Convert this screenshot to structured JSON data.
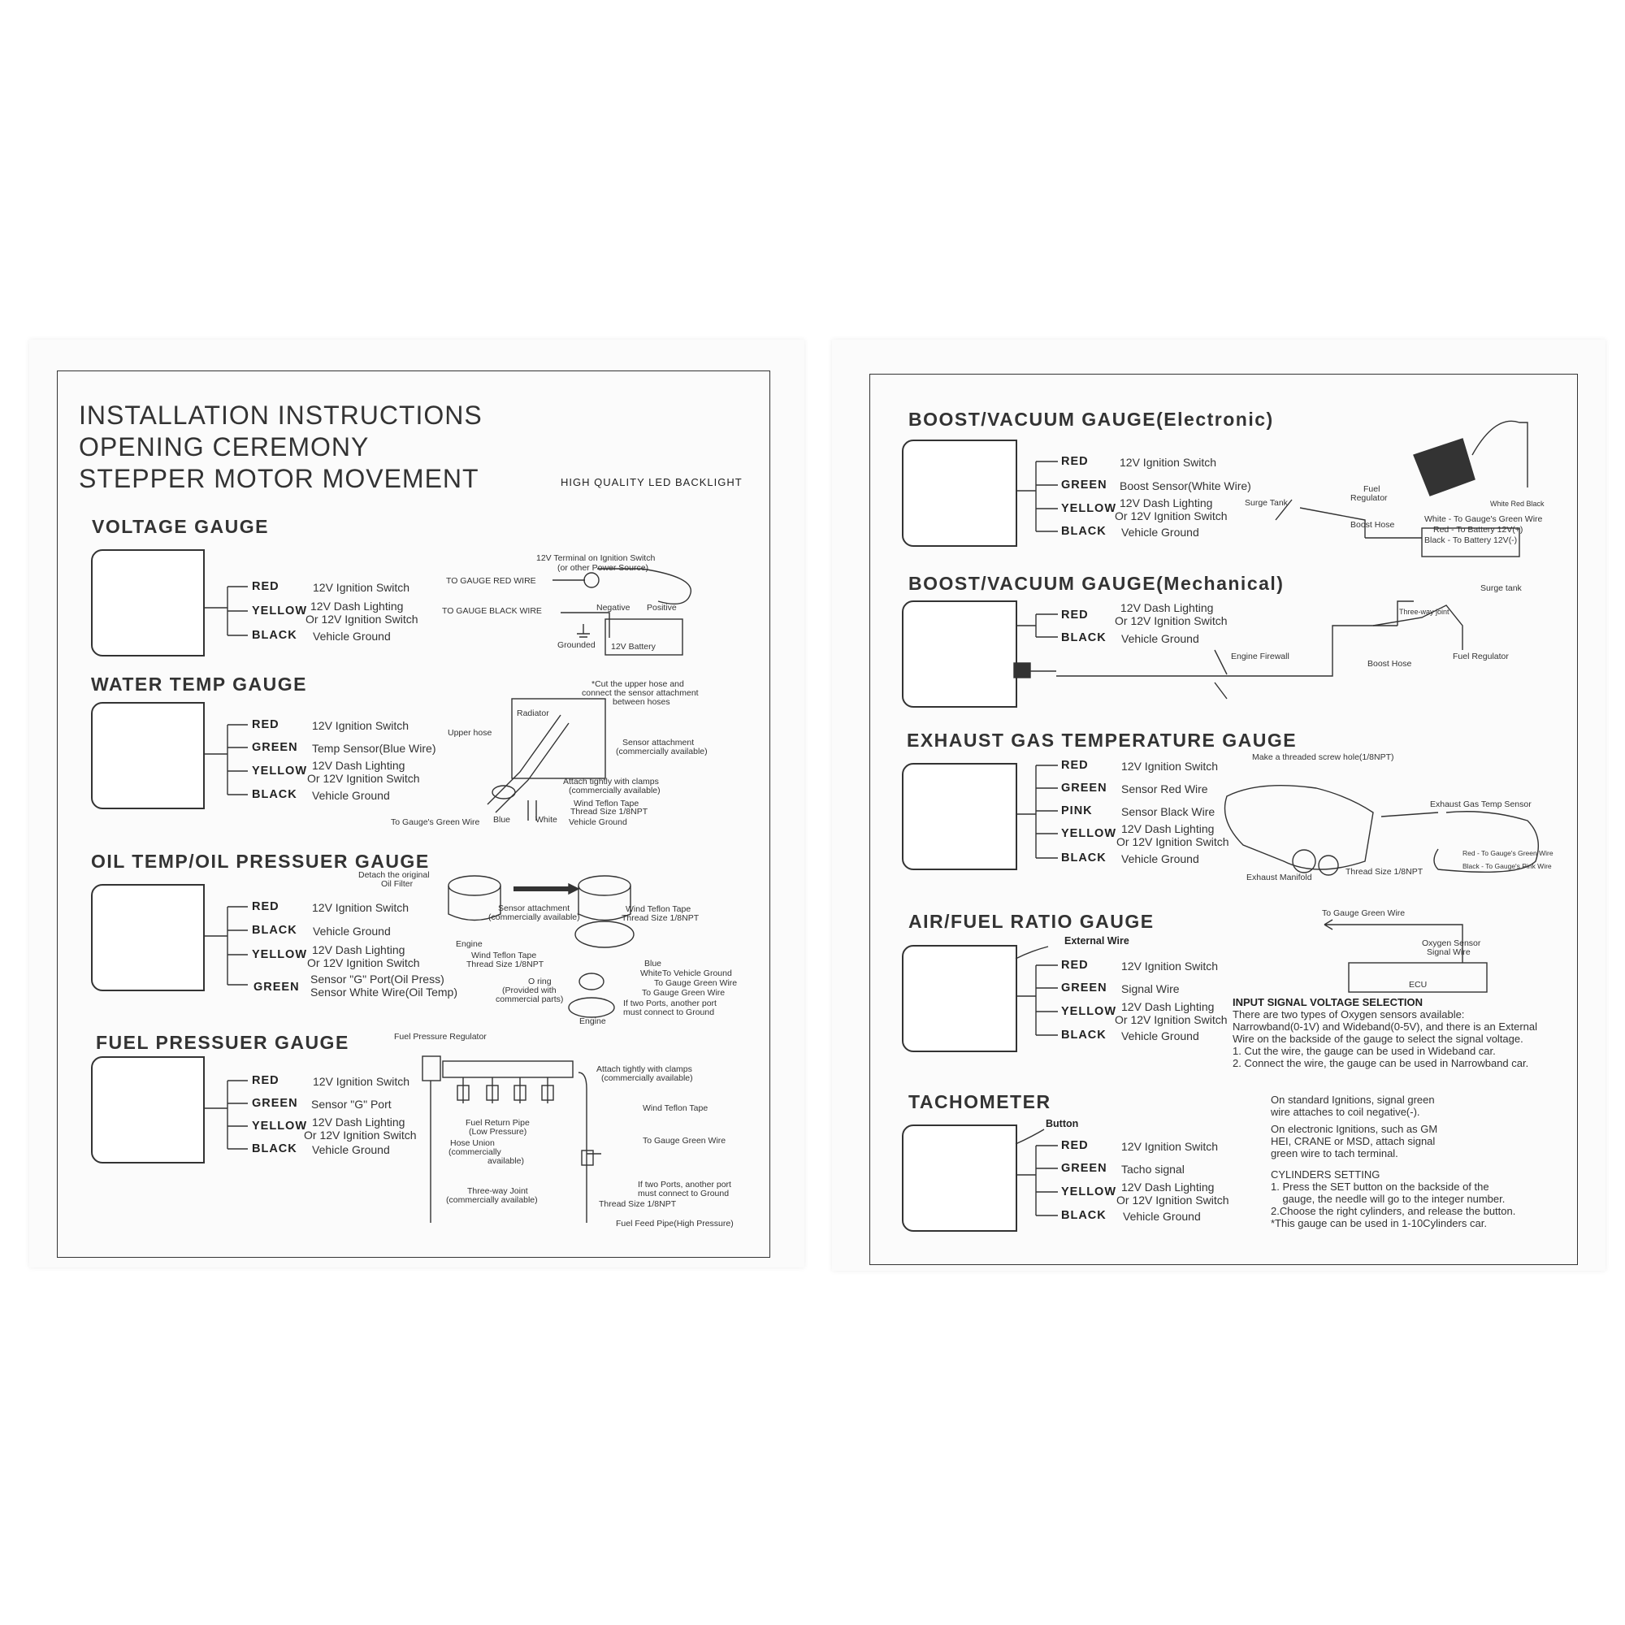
{
  "left": {
    "title_lines": [
      "INSTALLATION INSTRUCTIONS",
      "OPENING CEREMONY",
      "STEPPER MOTOR MOVEMENT"
    ],
    "backlight": "HIGH QUALITY LED BACKLIGHT",
    "voltage": {
      "title": "VOLTAGE GAUGE",
      "wires": [
        {
          "color": "RED",
          "desc": [
            "12V Ignition Switch"
          ]
        },
        {
          "color": "YELLOW",
          "desc": [
            "12V Dash Lighting",
            "Or 12V Ignition Switch"
          ]
        },
        {
          "color": "BLACK",
          "desc": [
            "Vehicle Ground"
          ]
        }
      ],
      "labels": {
        "terminal": [
          "12V Terminal on Ignition Switch",
          "(or other Power Source)"
        ],
        "red_wire": "TO GAUGE RED WIRE",
        "black_wire": "TO GAUGE BLACK WIRE",
        "negative": "Negative",
        "positive": "Positive",
        "grounded": "Grounded",
        "battery": "12V Battery"
      }
    },
    "water": {
      "title": "WATER TEMP GAUGE",
      "wires": [
        {
          "color": "RED",
          "desc": [
            "12V Ignition Switch"
          ]
        },
        {
          "color": "GREEN",
          "desc": [
            "Temp Sensor(Blue Wire)"
          ]
        },
        {
          "color": "YELLOW",
          "desc": [
            "12V Dash Lighting",
            "Or 12V Ignition Switch"
          ]
        },
        {
          "color": "BLACK",
          "desc": [
            "Vehicle Ground"
          ]
        }
      ],
      "labels": {
        "cut": [
          "*Cut the upper hose and",
          "connect the sensor attachment",
          "between hoses"
        ],
        "radiator": "Radiator",
        "upper_hose": "Upper hose",
        "sensor_attach": [
          "Sensor attachment",
          "(commercially available)"
        ],
        "clamps": [
          "Attach tightly with clamps",
          "(commercially available)"
        ],
        "teflon": [
          "Wind Teflon Tape",
          "Thread Size 1/8NPT"
        ],
        "green_wire": "To Gauge's Green Wire",
        "blue": "Blue",
        "white": "White",
        "vehicle_ground": "Vehicle Ground"
      }
    },
    "oil": {
      "title": "OIL TEMP/OIL PRESSUER GAUGE",
      "wires": [
        {
          "color": "RED",
          "desc": [
            "12V Ignition Switch"
          ]
        },
        {
          "color": "BLACK",
          "desc": [
            "Vehicle Ground"
          ]
        },
        {
          "color": "YELLOW",
          "desc": [
            "12V Dash Lighting",
            "Or 12V Ignition Switch"
          ]
        },
        {
          "color": "GREEN",
          "desc": [
            "Sensor \"G\" Port(Oil Press)",
            "Sensor White Wire(Oil Temp)"
          ]
        }
      ],
      "labels": {
        "detach": [
          "Detach the original",
          "Oil Filter"
        ],
        "engine": "Engine",
        "sensor_attach": [
          "Sensor attachment",
          "(commercially available)"
        ],
        "teflon_right": [
          "Wind Teflon Tape",
          "Thread Size 1/8NPT"
        ],
        "teflon_left": [
          "Wind Teflon Tape",
          "Thread Size 1/8NPT"
        ],
        "oring": [
          "O ring",
          "(Provided with",
          "commercial parts)"
        ],
        "blue": "Blue",
        "white": "White",
        "ground": "To Vehicle Ground",
        "green1": "To Gauge Green Wire",
        "green2": "To Gauge Green Wire",
        "two_ports": [
          "If two Ports, another port",
          "must connect to Ground"
        ],
        "engine2": "Engine"
      }
    },
    "fuel": {
      "title": "FUEL PRESSUER GAUGE",
      "wires": [
        {
          "color": "RED",
          "desc": [
            "12V Ignition Switch"
          ]
        },
        {
          "color": "GREEN",
          "desc": [
            "Sensor \"G\" Port"
          ]
        },
        {
          "color": "YELLOW",
          "desc": [
            "12V Dash Lighting",
            "Or 12V Ignition Switch"
          ]
        },
        {
          "color": "BLACK",
          "desc": [
            "Vehicle Ground"
          ]
        }
      ],
      "labels": {
        "regulator": "Fuel Pressure Regulator",
        "clamps": [
          "Attach tightly with clamps",
          "(commercially available)"
        ],
        "teflon": "Wind Teflon Tape",
        "return": [
          "Fuel Return Pipe",
          "(Low Pressure)"
        ],
        "union": [
          "Hose Union",
          "(commercially",
          "available)"
        ],
        "green_wire": "To Gauge Green Wire",
        "three_way": [
          "Three-way Joint",
          "(commercially available)"
        ],
        "two_ports": [
          "If two Ports, another port",
          "must connect to Ground"
        ],
        "thread": "Thread Size 1/8NPT",
        "feed": "Fuel Feed Pipe(High Pressure)"
      }
    }
  },
  "right": {
    "boost_e": {
      "title": "BOOST/VACUUM GAUGE(Electronic)",
      "wires": [
        {
          "color": "RED",
          "desc": [
            "12V Ignition Switch"
          ]
        },
        {
          "color": "GREEN",
          "desc": [
            "Boost Sensor(White Wire)"
          ]
        },
        {
          "color": "YELLOW",
          "desc": [
            "12V Dash Lighting",
            "Or 12V Ignition Switch"
          ]
        },
        {
          "color": "BLACK",
          "desc": [
            "Vehicle Ground"
          ]
        }
      ],
      "labels": {
        "surge": "Surge Tank",
        "fuel_reg": [
          "Fuel",
          "Regulator"
        ],
        "boost_hose": "Boost Hose",
        "wrb": "White Red Black",
        "legend": [
          "White  - To Gauge's Green Wire",
          "Red  - To Battery 12V(+)",
          "Black  - To Battery 12V(-)"
        ]
      }
    },
    "boost_m": {
      "title": "BOOST/VACUUM GAUGE(Mechanical)",
      "wires": [
        {
          "color": "RED",
          "desc": [
            "12V Dash Lighting",
            "Or 12V Ignition Switch"
          ]
        },
        {
          "color": "BLACK",
          "desc": [
            "Vehicle Ground"
          ]
        }
      ],
      "labels": {
        "surge": "Surge tank",
        "three_way": "Three-way joint",
        "fuel_reg": "Fuel Regulator",
        "firewall": "Engine Firewall",
        "boost_hose": "Boost Hose"
      }
    },
    "egt": {
      "title": "EXHAUST GAS TEMPERATURE GAUGE",
      "wires": [
        {
          "color": "RED",
          "desc": [
            "12V Ignition Switch"
          ]
        },
        {
          "color": "GREEN",
          "desc": [
            "Sensor Red Wire"
          ]
        },
        {
          "color": "PINK",
          "desc": [
            "Sensor Black Wire"
          ]
        },
        {
          "color": "YELLOW",
          "desc": [
            "12V Dash Lighting",
            "Or 12V Ignition Switch"
          ]
        },
        {
          "color": "BLACK",
          "desc": [
            "Vehicle Ground"
          ]
        }
      ],
      "labels": {
        "screw_hole": "Make a threaded screw hole(1/8NPT)",
        "sensor": "Exhaust Gas Temp Sensor",
        "red": "Red - To Gauge's Green Wire",
        "black": "Black - To Gauge's Pink Wire",
        "thread": "Thread Size 1/8NPT",
        "manifold": "Exhaust Manifold"
      }
    },
    "afr": {
      "title": "AIR/FUEL RATIO GAUGE",
      "external": "External Wire",
      "wires": [
        {
          "color": "RED",
          "desc": [
            "12V Ignition Switch"
          ]
        },
        {
          "color": "GREEN",
          "desc": [
            "Signal Wire"
          ]
        },
        {
          "color": "YELLOW",
          "desc": [
            "12V Dash Lighting",
            "Or 12V Ignition Switch"
          ]
        },
        {
          "color": "BLACK",
          "desc": [
            "Vehicle Ground"
          ]
        }
      ],
      "labels": {
        "green_wire": "To Gauge Green Wire",
        "oxygen": [
          "Oxygen Sensor",
          "Signal Wire"
        ],
        "ecu": "ECU"
      },
      "input_title": "INPUT SIGNAL VOLTAGE SELECTION",
      "input_text": [
        "There are two types of Oxygen sensors available:",
        "Narrowband(0-1V) and Wideband(0-5V), and there is an External",
        "Wire on the backside of the gauge to select the signal voltage.",
        "1. Cut the wire, the gauge can be used in Wideband car.",
        "2. Connect the wire, the gauge can be used in Narrowband car."
      ]
    },
    "tach": {
      "title": "TACHOMETER",
      "button": "Button",
      "wires": [
        {
          "color": "RED",
          "desc": [
            "12V Ignition Switch"
          ]
        },
        {
          "color": "GREEN",
          "desc": [
            "Tacho signal"
          ]
        },
        {
          "color": "YELLOW",
          "desc": [
            "12V Dash Lighting",
            "Or 12V Ignition Switch"
          ]
        },
        {
          "color": "BLACK",
          "desc": [
            "Vehicle Ground"
          ]
        }
      ],
      "note1": [
        "On standard Ignitions, signal green",
        "wire attaches to coil negative(-)."
      ],
      "note2": [
        "On electronic Ignitions, such as GM",
        "HEI, CRANE or MSD, attach signal",
        "green wire to tach terminal."
      ],
      "cyl_title": "CYLINDERS SETTING",
      "cyl_text": [
        "1. Press the SET button on the backside of the",
        "    gauge, the needle will go to the integer number.",
        "2.Choose the right cylinders, and release the button.",
        "*This gauge can be used in 1-10Cylinders car."
      ]
    }
  }
}
